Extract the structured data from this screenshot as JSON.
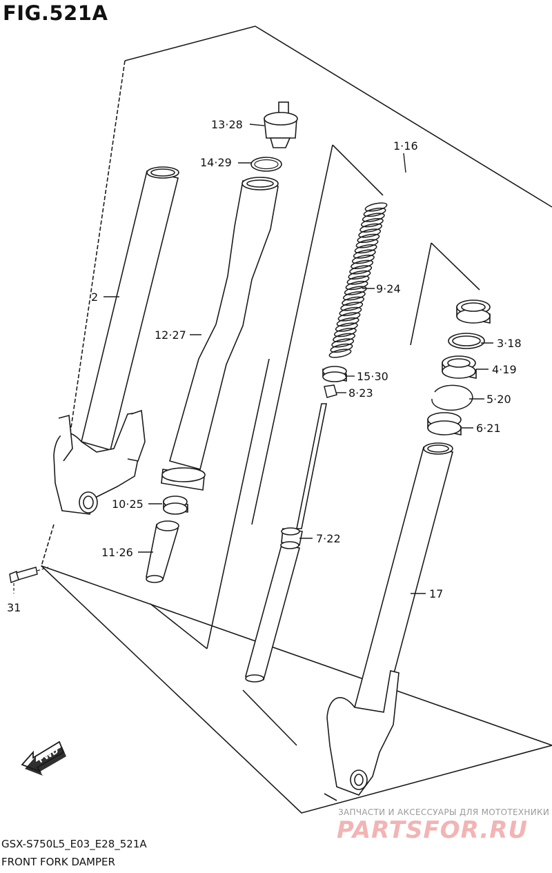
{
  "figure": {
    "title": "FIG.521A",
    "code": "GSX-S750L5_E03_E28_521A",
    "name": "FRONT FORK DAMPER",
    "fwd_label": "FWD"
  },
  "watermark": {
    "tagline": "ЗАПЧАСТИ И АКСЕССУАРЫ ДЛЯ МОТОТЕХНИКИ",
    "logo": "PARTSFOR.RU"
  },
  "callouts": [
    {
      "id": "13-28",
      "label": "13·28"
    },
    {
      "id": "14-29",
      "label": "14·29"
    },
    {
      "id": "1-16",
      "label": "1·16"
    },
    {
      "id": "2",
      "label": "2"
    },
    {
      "id": "12-27",
      "label": "12·27"
    },
    {
      "id": "9-24",
      "label": "9·24"
    },
    {
      "id": "3-18",
      "label": "3·18"
    },
    {
      "id": "4-19",
      "label": "4·19"
    },
    {
      "id": "15-30",
      "label": "15·30"
    },
    {
      "id": "8-23",
      "label": "8·23"
    },
    {
      "id": "5-20",
      "label": "5·20"
    },
    {
      "id": "6-21",
      "label": "6·21"
    },
    {
      "id": "10-25",
      "label": "10·25"
    },
    {
      "id": "7-22",
      "label": "7·22"
    },
    {
      "id": "11-26",
      "label": "11·26"
    },
    {
      "id": "17",
      "label": "17"
    },
    {
      "id": "31",
      "label": "31"
    }
  ]
}
